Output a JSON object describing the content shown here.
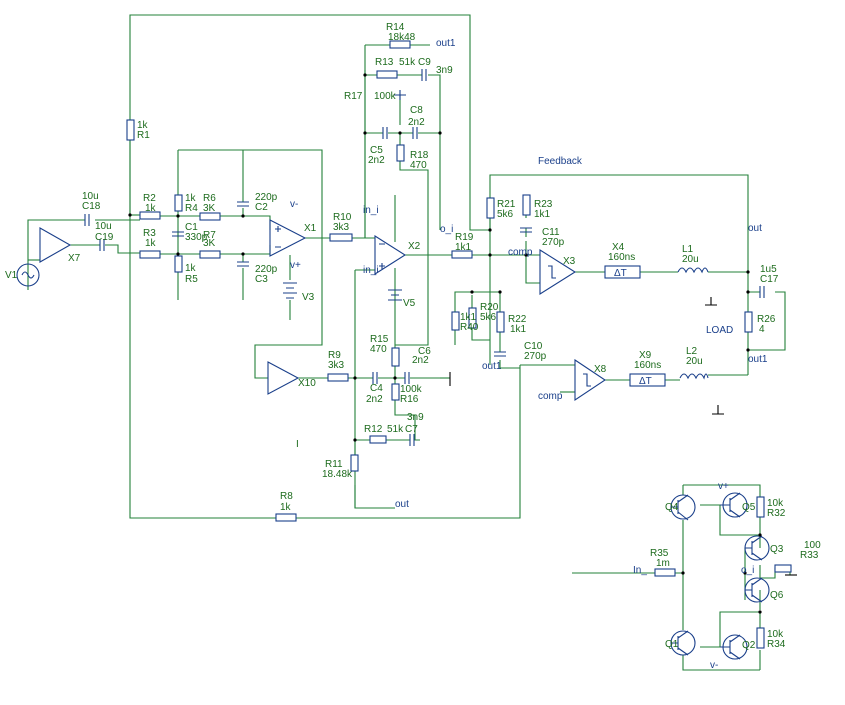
{
  "labels": {
    "R14": "R14",
    "R14v": "18k48",
    "out1a": "out1",
    "R13": "R13",
    "R13v": "51k",
    "C9": "C9",
    "C9v": "3n9",
    "R17": "R17",
    "R17v": "100k",
    "C8": "C8",
    "C8v": "2n2",
    "C5": "C5",
    "C5v": "2n2",
    "R18": "R18",
    "R18v": "470",
    "Feedback": "Feedback",
    "R1v": "1k",
    "R1": "R1",
    "C18v": "10u",
    "C18": "C18",
    "C19v": "10u",
    "C19": "C19",
    "R2": "R2",
    "R2v": "1k",
    "R3": "R3",
    "R3v": "1k",
    "R4v": "1k",
    "R4": "R4",
    "R6": "R6",
    "R6v": "3K",
    "C1": "C1",
    "C1v": "330p",
    "R7": "R7",
    "R7v": "3K",
    "R5v": "1k",
    "R5": "R5",
    "C2v": "220p",
    "C2": "C2",
    "C3v": "220p",
    "C3": "C3",
    "X1": "X1",
    "X7": "X7",
    "V1": "V1",
    "V3": "V3",
    "vm": "v-",
    "vp": "v+",
    "R10": "R10",
    "R10v": "3k3",
    "in_i": "in_i",
    "in_i2": "in_i",
    "X2": "X2",
    "V5": "V5",
    "o_i": "o_i",
    "R19": "R19",
    "R19v": "1k1",
    "R21": "R21",
    "R21v": "5k6",
    "R23": "R23",
    "R23v": "1k1",
    "C11": "C11",
    "C11v": "270p",
    "comp": "comp",
    "comp2": "comp",
    "X3": "X3",
    "X4": "X4",
    "X4v": "160ns",
    "L1": "L1",
    "L1v": "20u",
    "out": "out",
    "out1b": "out1",
    "out1c": "out1",
    "outb": "out",
    "C17v": "1u5",
    "C17": "C17",
    "R26": "R26",
    "R26v": "4",
    "LOAD": "LOAD",
    "R40v": "1k1",
    "R40": "R40",
    "R20": "R20",
    "R20v": "5k6",
    "R22": "R22",
    "R22v": "1k1",
    "C10": "C10",
    "C10v": "270p",
    "X8": "X8",
    "X9": "X9",
    "X9v": "160ns",
    "L2": "L2",
    "L2v": "20u",
    "R15": "R15",
    "R15v": "470",
    "C6": "C6",
    "C6v": "2n2",
    "R9": "R9",
    "R9v": "3k3",
    "X10": "X10",
    "C4": "C4",
    "C4v": "2n2",
    "R16v": "100k",
    "R16": "R16",
    "C7v": "3n9",
    "R12": "R12",
    "R12v": "51k",
    "C7": "C7",
    "R11": "R11",
    "R11v": "18.48k",
    "R8": "R8",
    "R8v": "1k",
    "I": "I",
    "Q4": "Q4",
    "Q5": "Q5",
    "Q3": "Q3",
    "Q6": "Q6",
    "Q1": "Q1",
    "Q2": "Q2",
    "vp2": "v+",
    "vm2": "v-",
    "R32v": "10k",
    "R32": "R32",
    "R33v": "100",
    "R33": "R33",
    "R34v": "10k",
    "R34": "R34",
    "R35": "R35",
    "R35v": "1m",
    "In_": "In_",
    "o_i2": "o_i",
    "dt": "ΔT",
    "dt2": "ΔT"
  },
  "colors": {
    "wire": "#23803a",
    "component": "#1a3f8a",
    "label": "#1d6b1d",
    "net": "#1a3f8a"
  }
}
